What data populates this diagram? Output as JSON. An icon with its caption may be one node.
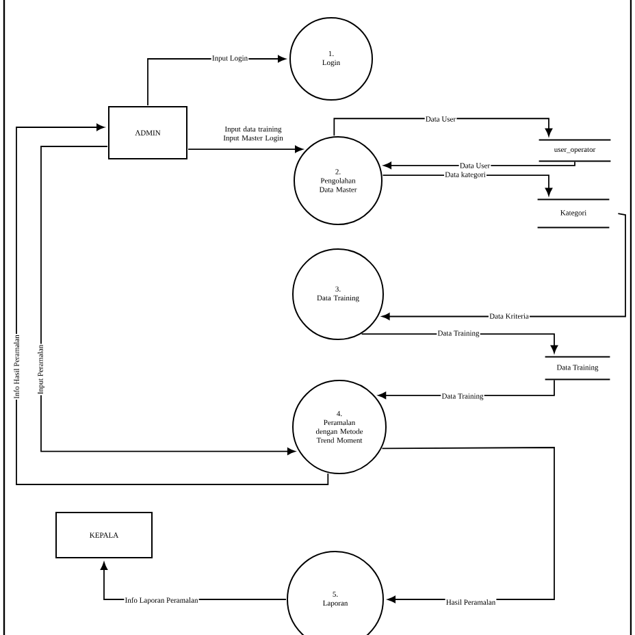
{
  "diagram": {
    "nodes": [
      {
        "text": [
          "ADMIN"
        ]
      },
      {
        "text": [
          "1.",
          "Login"
        ]
      },
      {
        "text": [
          "2.",
          "Pengolahan Data Master"
        ]
      },
      {
        "text": [
          "user_operator"
        ]
      },
      {
        "text": [
          "Kategori"
        ]
      },
      {
        "text": [
          "3.",
          "Data Training"
        ]
      },
      {
        "text": [
          "Data Training"
        ]
      },
      {
        "text": [
          "4.",
          "Peramalan dengan Metode Trend Moment"
        ]
      },
      {
        "text": [
          "KEPALA"
        ]
      },
      {
        "text": [
          "5.",
          "Laporan"
        ]
      }
    ],
    "edges": [
      {
        "from": 0,
        "to": 1,
        "arrow": "to",
        "label": "Input Login"
      },
      {
        "from": 0,
        "to": 2,
        "arrow": "to",
        "label": "Input data training Input Master Login"
      },
      {
        "from": 2,
        "to": 3,
        "arrow": "to",
        "label": "Data User"
      },
      {
        "from": 3,
        "to": 2,
        "arrow": "to",
        "label": "Data User"
      },
      {
        "from": 2,
        "to": 4,
        "arrow": "to",
        "label": "Data kategori"
      },
      {
        "from": 4,
        "to": 5,
        "arrow": "to",
        "label": "Data Kriteria"
      },
      {
        "from": 5,
        "to": 6,
        "arrow": "to",
        "label": "Data Training"
      },
      {
        "from": 6,
        "to": 7,
        "arrow": "to",
        "label": "Data Training"
      },
      {
        "from": 0,
        "to": 7,
        "arrow": "to",
        "label": "Input Peramalan"
      },
      {
        "from": 7,
        "to": 0,
        "arrow": "to",
        "label": "Info Hasil Peramalan"
      },
      {
        "from": 7,
        "to": 9,
        "arrow": "to",
        "label": "Hasil Peramalan"
      },
      {
        "from": 9,
        "to": 8,
        "arrow": "to",
        "label": "Info Laporan Peramalan"
      }
    ]
  }
}
